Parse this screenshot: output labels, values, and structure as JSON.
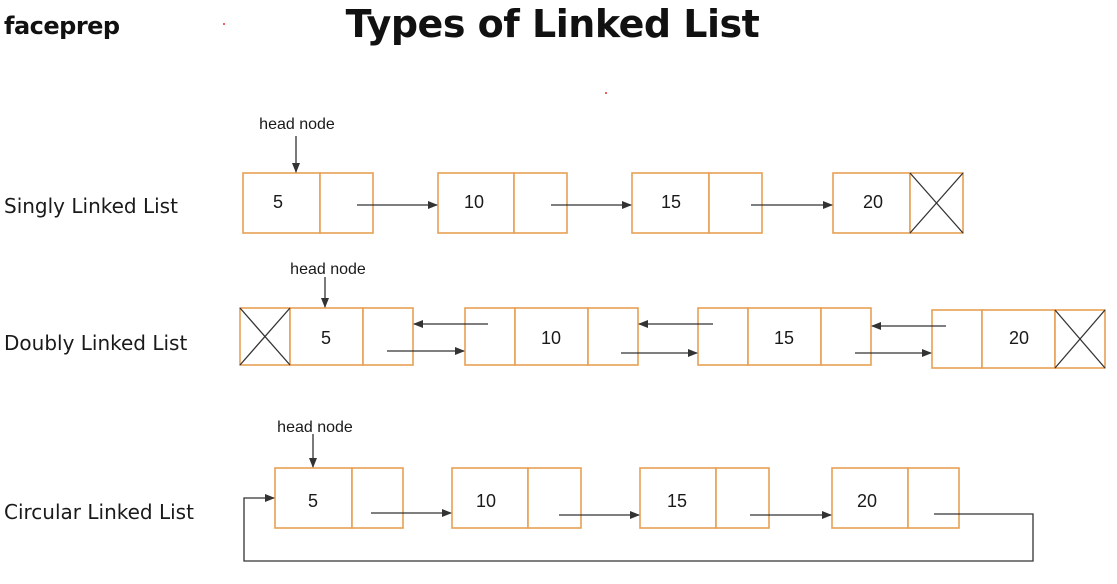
{
  "brand": "faceprep",
  "title": "Types of Linked List",
  "head_label": "head node",
  "rows": [
    {
      "label": "Singly Linked List",
      "values": [
        "5",
        "10",
        "15",
        "20"
      ]
    },
    {
      "label": "Doubly Linked List",
      "values": [
        "5",
        "10",
        "15",
        "20"
      ]
    },
    {
      "label": "Circular Linked List",
      "values": [
        "5",
        "10",
        "15",
        "20"
      ]
    }
  ],
  "colors": {
    "node_border": "#e8a055",
    "arrow": "#333333",
    "text": "#1a1a1a"
  }
}
